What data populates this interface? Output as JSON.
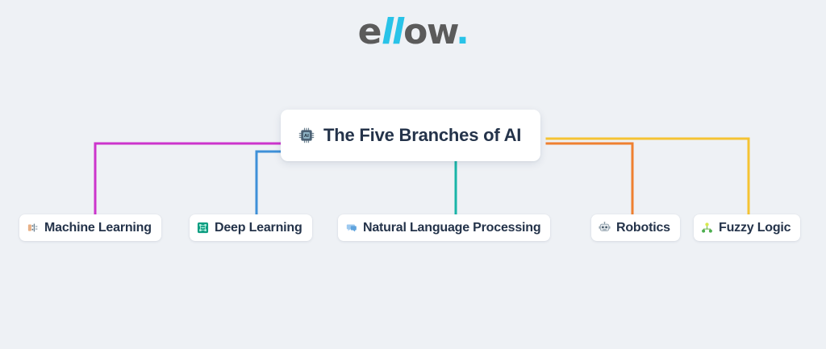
{
  "brand": {
    "name": "ellow.",
    "segments": [
      {
        "text": "e",
        "style": "dark"
      },
      {
        "text": "ll",
        "style": "accent"
      },
      {
        "text": "ow",
        "style": "dark"
      },
      {
        "text": ".",
        "style": "dot"
      }
    ],
    "accent_color": "#29c3e8",
    "text_color": "#5b5b5b"
  },
  "canvas": {
    "background_color": "#eef1f5",
    "node_background_color": "#ffffff",
    "node_text_color": "#24334a"
  },
  "mindmap": {
    "root": {
      "label": "The Five Branches of AI",
      "icon": "microchip-icon"
    },
    "branches": [
      {
        "label": "Machine Learning",
        "icon": "robot-arm-icon",
        "color": "#cc35cc"
      },
      {
        "label": "Deep Learning",
        "icon": "circuit-board-icon",
        "color": "#3d90d8"
      },
      {
        "label": "Natural Language Processing",
        "icon": "speech-bubble-icon",
        "color": "#19b5a8"
      },
      {
        "label": "Robotics",
        "icon": "robot-face-icon",
        "color": "#ef8030"
      },
      {
        "label": "Fuzzy Logic",
        "icon": "node-tree-icon",
        "color": "#f5c332"
      }
    ]
  }
}
